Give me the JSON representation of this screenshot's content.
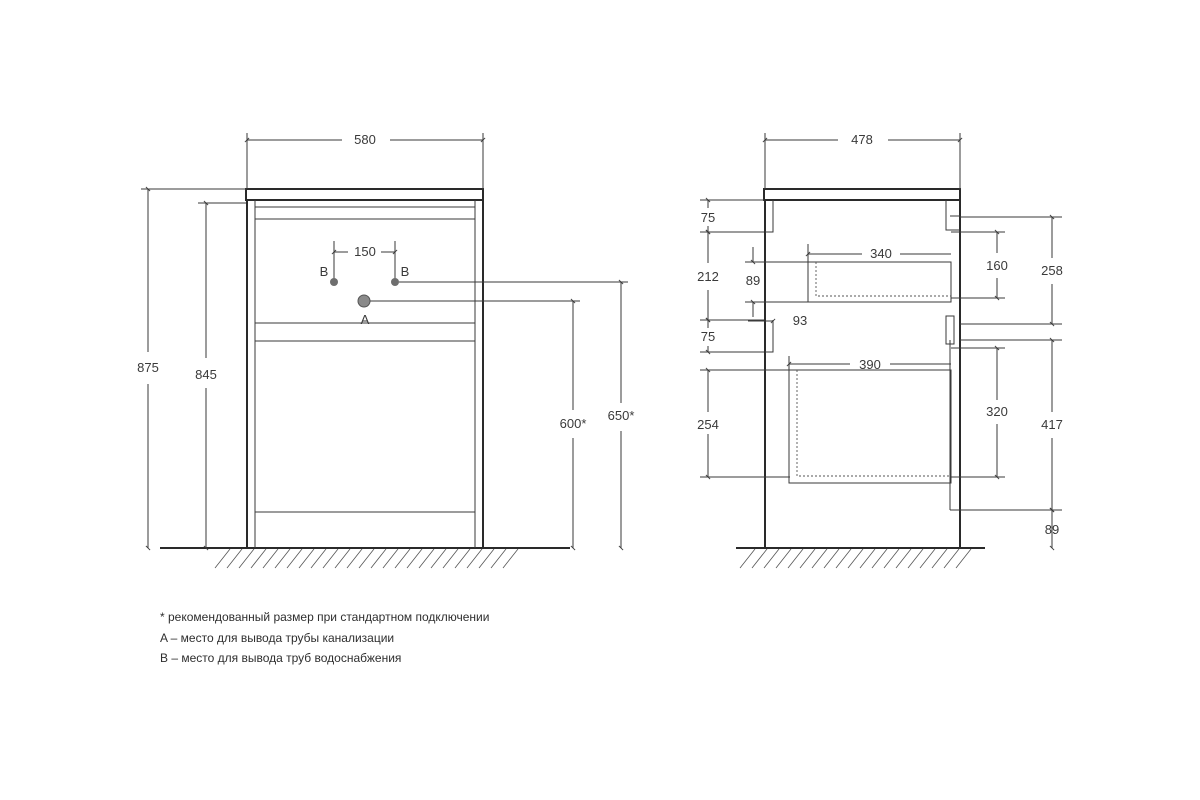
{
  "front_view": {
    "width": "580",
    "pipe_spacing": "150",
    "label_b_left": "B",
    "label_b_right": "B",
    "label_a": "A",
    "height_total": "875",
    "height_body": "845",
    "height_a": "600*",
    "height_b": "650*"
  },
  "side_view": {
    "depth": "478",
    "top_rail": "75",
    "upper_drawer_front": "212",
    "upper_drawer_inner_height": "89",
    "upper_drawer_depth": "340",
    "rail_offset": "93",
    "mid_rail": "75",
    "upper_drawer_clearance": "160",
    "upper_section_height": "258",
    "lower_drawer_depth": "390",
    "lower_drawer_inner_height": "254",
    "lower_drawer_clearance": "320",
    "lower_section_height": "417",
    "plinth": "89"
  },
  "notes": [
    "* рекомендованный размер при стандартном подключении",
    "A – место для вывода трубы канализации",
    "B – место для вывода труб водоснабжения"
  ]
}
